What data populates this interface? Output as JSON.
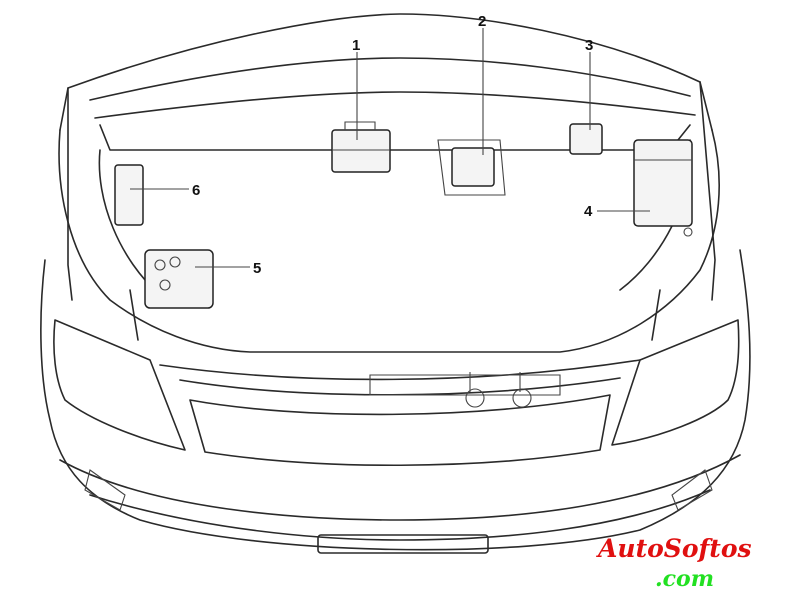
{
  "diagram": {
    "callouts": [
      {
        "id": "1",
        "label": "1"
      },
      {
        "id": "2",
        "label": "2"
      },
      {
        "id": "3",
        "label": "3"
      },
      {
        "id": "4",
        "label": "4"
      },
      {
        "id": "5",
        "label": "5"
      },
      {
        "id": "6",
        "label": "6"
      }
    ]
  },
  "watermark": {
    "line1": "AutoSoftos",
    "line2": ".com",
    "color1": "#e01010",
    "color2": "#22e022"
  }
}
